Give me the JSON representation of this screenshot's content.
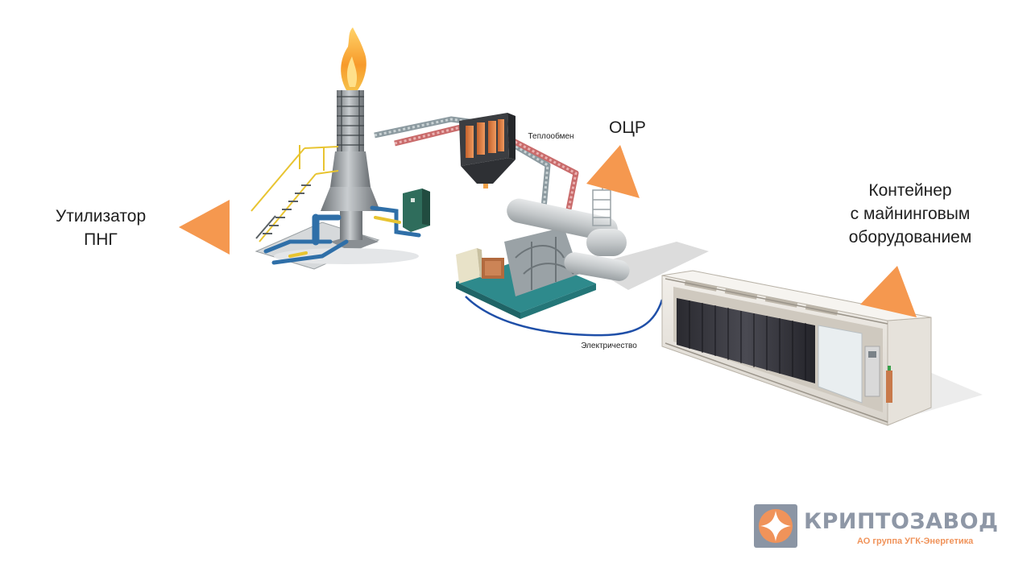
{
  "diagram": {
    "nodes": {
      "utilizer": {
        "label_line1": "Утилизатор",
        "label_line2": "ПНГ"
      },
      "ocr": {
        "label": "ОЦР"
      },
      "container": {
        "label_line1": "Контейнер",
        "label_line2": "с майнинговым",
        "label_line3": "оборудованием"
      }
    },
    "edges": {
      "heat_exchange": {
        "label": "Теплообмен"
      },
      "electricity": {
        "label": "Электричество"
      }
    }
  },
  "logo": {
    "name": "КРИПТОЗАВОД",
    "subtitle": "АО группа УГК-Энергетика"
  },
  "colors": {
    "accent_orange": "#f5984f",
    "flame": "#f7a531",
    "pipe_steel": "#8c9aa0",
    "pipe_hot": "#c96b6b",
    "cable_blue": "#1f4fa8",
    "frame_teal": "#2e8a8c",
    "logo_gray": "#8e97a6"
  }
}
